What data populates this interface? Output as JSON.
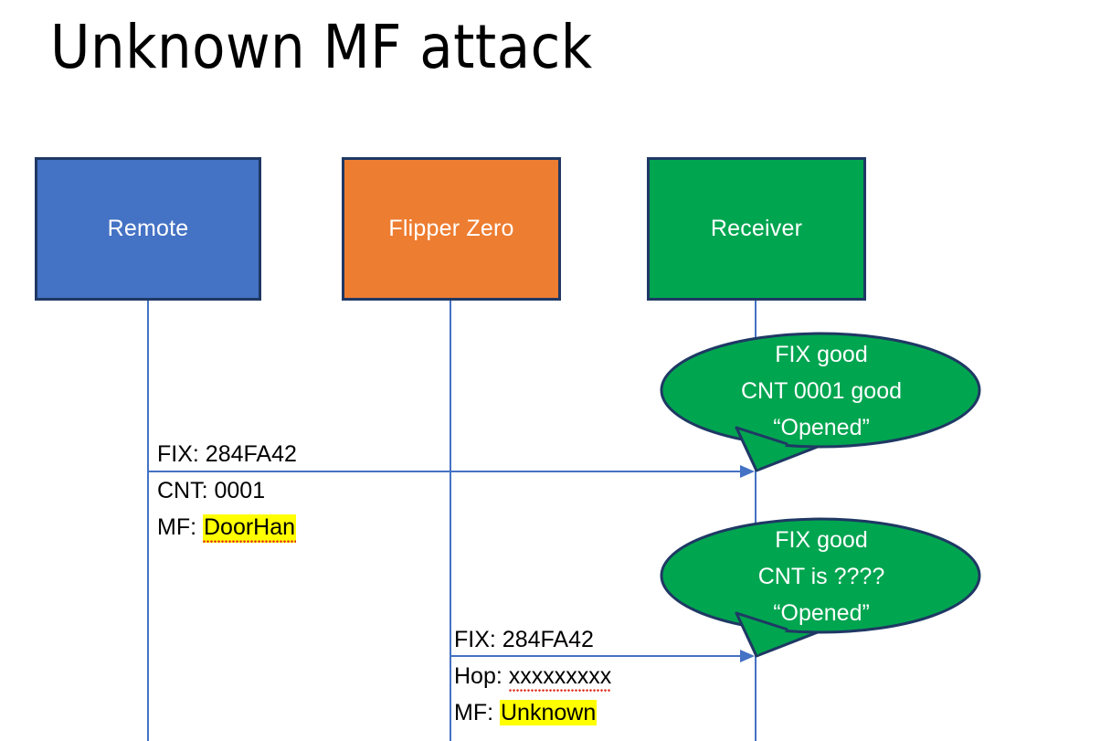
{
  "slide": {
    "title": "Unknown MF attack",
    "background_color": "#FFFFFF"
  },
  "actors": [
    {
      "id": "remote",
      "label": "Remote",
      "fill": "#4472C4",
      "border": "#1F3864",
      "text_color": "#FFFFFF"
    },
    {
      "id": "flipper",
      "label": "Flipper Zero",
      "fill": "#ED7D31",
      "border": "#1F3864",
      "text_color": "#FFFFFF"
    },
    {
      "id": "receiver",
      "label": "Receiver",
      "fill": "#00A550",
      "border": "#1F3864",
      "text_color": "#FFFFFF"
    }
  ],
  "messages": [
    {
      "id": "remote-to-receiver",
      "from": "remote",
      "to": "receiver",
      "line_color": "#4472C4",
      "label_lines": [
        {
          "prefix": "FIX: ",
          "value": "284FA42",
          "highlight": false,
          "spellcheck_underline": false
        },
        {
          "prefix": "CNT: ",
          "value": "0001",
          "highlight": false,
          "spellcheck_underline": false
        },
        {
          "prefix": "MF: ",
          "value": "DoorHan",
          "highlight": true,
          "spellcheck_underline": true
        }
      ]
    },
    {
      "id": "flipper-to-receiver",
      "from": "flipper",
      "to": "receiver",
      "line_color": "#4472C4",
      "label_lines": [
        {
          "prefix": "FIX: ",
          "value": "284FA42",
          "highlight": false,
          "spellcheck_underline": false
        },
        {
          "prefix": "Hop: ",
          "value": "xxxxxxxxx",
          "highlight": false,
          "spellcheck_underline": true
        },
        {
          "prefix": "MF: ",
          "value": "Unknown",
          "highlight": true,
          "spellcheck_underline": false
        }
      ]
    }
  ],
  "bubbles": [
    {
      "id": "receiver-response-1",
      "fill": "#00A550",
      "border": "#1F3864",
      "text_color": "#FFFFFF",
      "lines": [
        "FIX good",
        "CNT 0001 good",
        "“Opened”"
      ]
    },
    {
      "id": "receiver-response-2",
      "fill": "#00A550",
      "border": "#1F3864",
      "text_color": "#FFFFFF",
      "lines": [
        "FIX good",
        "CNT is ????",
        "“Opened”"
      ]
    }
  ],
  "colors": {
    "lifeline": "#4472C4",
    "highlight": "#FFFF00",
    "spellcheck": "#E03020"
  }
}
